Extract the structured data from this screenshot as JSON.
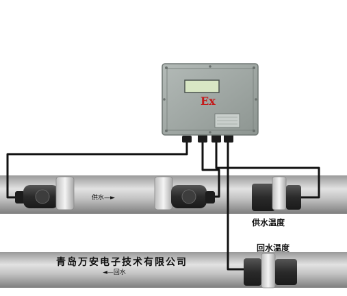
{
  "device": {
    "marking": "Ex",
    "display_color": "#d8e6c4",
    "body_color": "#9ea6a2"
  },
  "labels": {
    "supply_flow": "供水—►",
    "return_flow": "◄—回水",
    "supply_temp": "供水温度",
    "return_temp": "回水温度",
    "company": "青岛万安电子技术有限公司"
  },
  "components": [
    "flow-transducer",
    "flow-transducer",
    "supply-temperature-sensor",
    "return-temperature-sensor"
  ],
  "colors": {
    "pipe": "#b8b8b8",
    "cable": "#111111",
    "clamp": "#e4e4e4",
    "sensor": "#2f2f2f",
    "ex_mark": "#c41a1a"
  }
}
